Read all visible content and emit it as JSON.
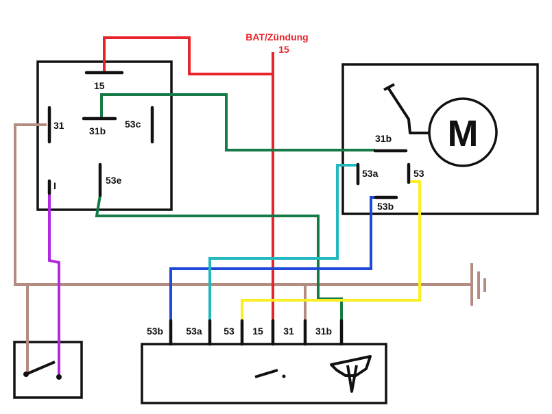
{
  "colors": {
    "red": "#e8232a",
    "green": "#157a46",
    "brown": "#b38b80",
    "purple": "#b12ae0",
    "blue": "#1f49d6",
    "cyan": "#22b8bf",
    "yellow": "#fbef22",
    "black": "#111111"
  },
  "power": {
    "title": "BAT/Zündung",
    "terminal": "15"
  },
  "relay": {
    "t15": "15",
    "t31": "31",
    "t31b": "31b",
    "t53c": "53c",
    "t53e": "53e",
    "tI": "I"
  },
  "motor": {
    "symbol": "M",
    "t31b": "31b",
    "t53a": "53a",
    "t53": "53",
    "t53b": "53b"
  },
  "switch_unit": {
    "terminals": [
      "53b",
      "53a",
      "53",
      "15",
      "31",
      "31b"
    ]
  },
  "icons": [
    "motor-symbol",
    "ground-symbol",
    "switch-contact-symbol",
    "wiper-symbol"
  ]
}
